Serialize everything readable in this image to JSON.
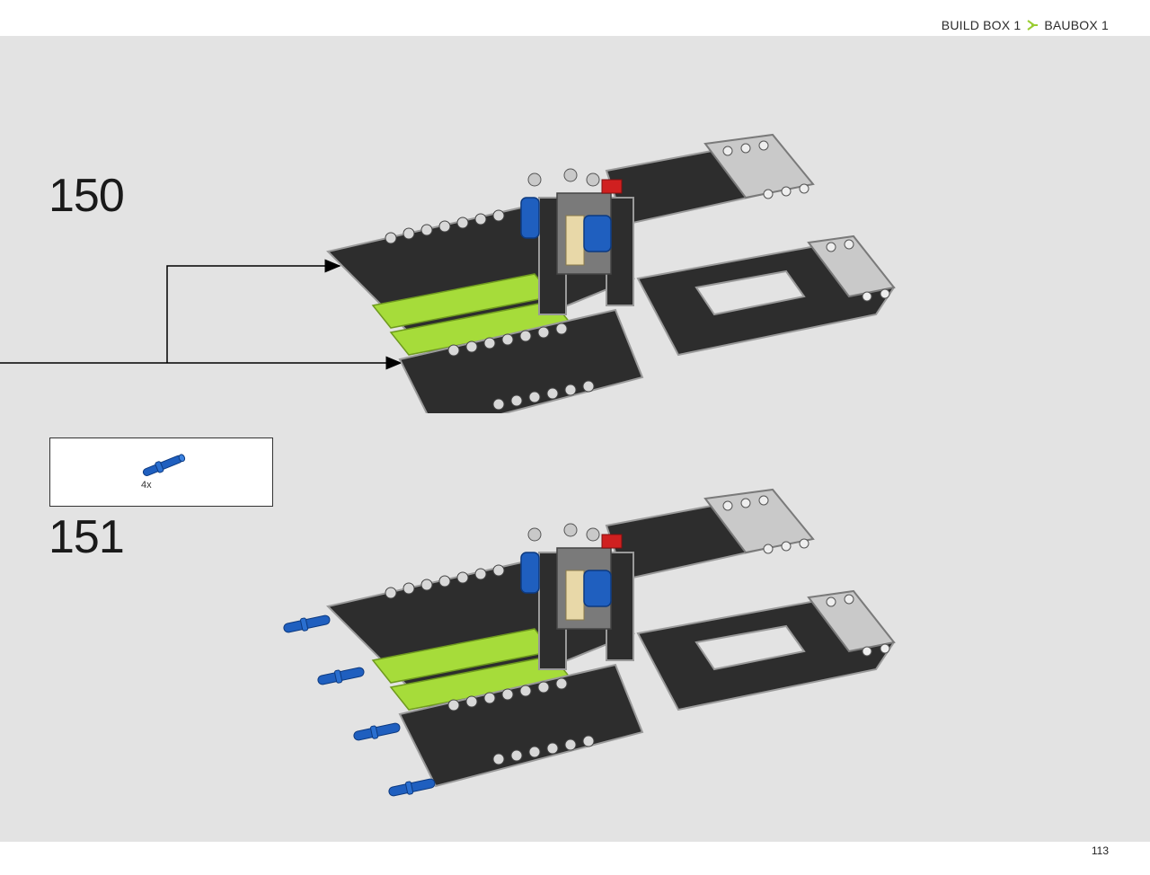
{
  "header": {
    "breadcrumb": [
      "BUILD BOX 1",
      "BAUBOX 1"
    ],
    "separator_icon": "chevron-arrow-icon",
    "accent_color": "#9acd32"
  },
  "steps": [
    {
      "number": "150"
    },
    {
      "number": "151",
      "parts": [
        {
          "name": "blue-axle-pin",
          "quantity": "4x",
          "color": "#1f5fbf"
        }
      ]
    }
  ],
  "colors": {
    "background": "#e3e3e3",
    "beam_dark": "#2d2d2d",
    "beam_light": "#c9c9c9",
    "lime": "#a6dc3a",
    "blue": "#1f5fbf",
    "red": "#d02020",
    "tan": "#e8d8a8"
  },
  "footer": {
    "page_number": "113"
  }
}
